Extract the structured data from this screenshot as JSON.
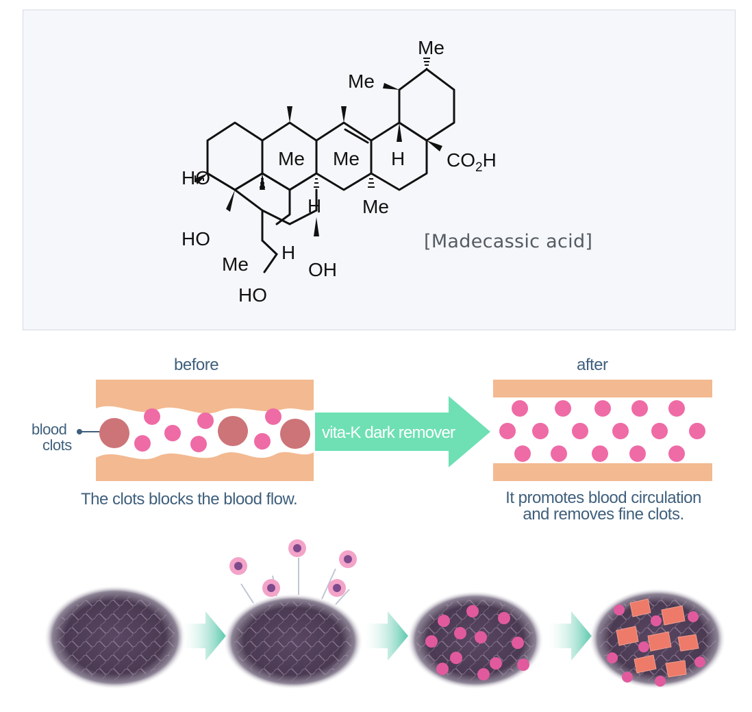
{
  "molecule": {
    "caption": "[Madecassic acid]",
    "labels": {
      "me_top": "Me",
      "me_left": "Me",
      "me_ring_a": "Me",
      "me_ring_b": "Me",
      "me_lower": "Me",
      "me_c4": "Me",
      "h_ring_e": "H",
      "h_ring_b": "H",
      "h_ring_a": "H",
      "co2h_prefix": "CO",
      "co2h_sub": "2",
      "co2h_suffix": "H",
      "ho_c2": "HO",
      "ho_c3": "HO",
      "oh_c6": "OH",
      "ho_c23": "HO"
    }
  },
  "flow_diagram": {
    "before_label": "before",
    "after_label": "after",
    "clot_label_line1": "blood",
    "clot_label_line2": "clots",
    "arrow_text": "vita-K dark remover",
    "before_caption": "The clots blocks the blood flow.",
    "after_caption_line1": "It promotes blood circulation",
    "after_caption_line2": "and removes fine clots.",
    "colors": {
      "vessel_wall": "#f3b990",
      "blood_cell": "#ee6ba6",
      "clot": "#cd7478",
      "arrow": "#6ee0b4",
      "text": "#3f5f7c"
    }
  },
  "cell_sequence": {
    "stages": 4,
    "colors": {
      "tissue": "#4a3a52",
      "cell": "#e25a9e",
      "fibroblast": "#ee7a6a",
      "arrow": "#59c8ac"
    }
  }
}
